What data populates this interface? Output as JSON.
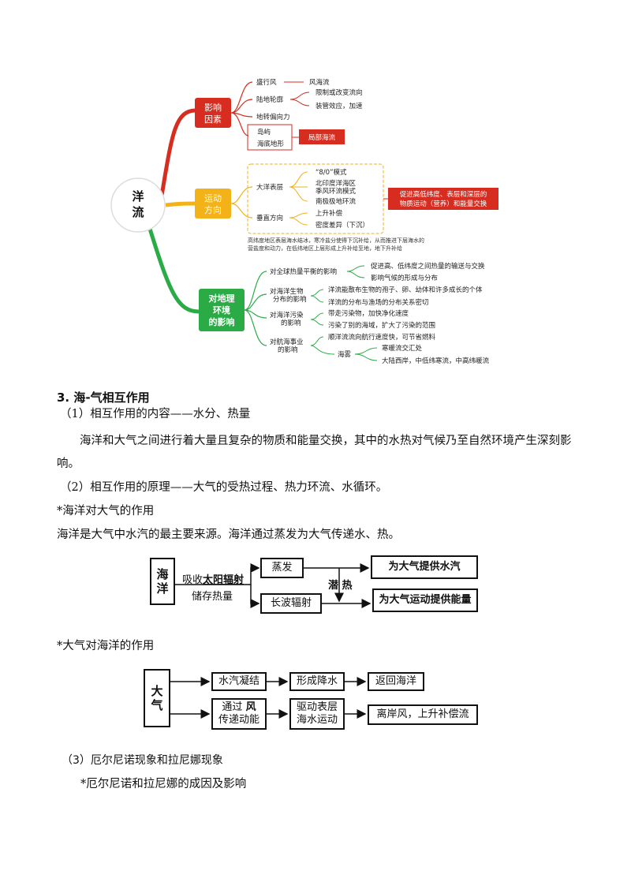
{
  "mindmap": {
    "root": "洋流",
    "branches": {
      "factors": {
        "label": [
          "影响",
          "因素"
        ],
        "items": {
          "prevailing_wind": "盛行风",
          "wind_drift": "风海流",
          "coastline": "陆地轮廓",
          "limit": "限制或改变流向",
          "shipping": "装管效应，加速",
          "coriolis": "地转偏向力",
          "island": "岛屿",
          "seafloor": "海底地形",
          "local_flow": "局部海流"
        }
      },
      "direction": {
        "label": [
          "运动",
          "方向"
        ],
        "items": {
          "surface": "大洋表层",
          "pattern_80": "“8/0”模式",
          "north_indian": [
            "北印度洋海区",
            "季风环流模式"
          ],
          "antarctic": "南极极地环流",
          "vertical": "垂直方向",
          "upwelling": "上升补偿",
          "density": "密度差异（下沉）",
          "summary": [
            "促进高低纬度、表层和深层的",
            "物质运动（营养）和能量交换"
          ],
          "footnote": [
            "高纬度地区表层海水结冰，寒冷盐分使得下沉补给，从而推进下层海水的",
            "营盐度和动力，在低纬地区上层形成上升补给至地，地下升补给"
          ]
        }
      },
      "impact": {
        "label": [
          "对地理",
          "环境",
          "的影响"
        ],
        "items": {
          "balance": "对全球热量平衡的影响",
          "balance_1": "促进高、低纬度之间热量的输送与交换",
          "balance_2": "影响气候的形成与分布",
          "bio": [
            "对海洋生物",
            "分布的影响"
          ],
          "bio_1": "洋流能散布生物的孢子、卵、幼体和许多成长的个体",
          "bio_2": "洋流的分布与渔场的分布关系密切",
          "pollution": [
            "对海洋污染",
            "的影响"
          ],
          "pollution_1": "带走污染物，加快净化速度",
          "pollution_2": "污染了别的海域，扩大了污染的范围",
          "shipping": [
            "对航海事业",
            "的影响"
          ],
          "shipping_1": "顺洋流流向航行速度快，可节省燃料",
          "fog": "海雾",
          "fog_1": "寒暖流交汇处",
          "fog_2": "大陆西岸，中低纬寒流，中高纬暖流"
        }
      }
    }
  },
  "section3": {
    "title": "3.  海-气相互作用",
    "p1_heading": "（1）相互作用的内容——水分、热量",
    "p1_body": "海洋和大气之间进行着大量且复杂的物质和能量交换，其中的水热对气候乃至自然环境产生深刻影响。",
    "p2_heading": "（2）相互作用的原理——大气的受热过程、热力环流、水循环。",
    "ocean_to_air_heading": "*海洋对大气的作用",
    "ocean_to_air_body": "海洋是大气中水汽的最主要来源。海洋通过蒸发为大气传递水、热。",
    "air_to_ocean_heading": "*大气对海洋的作用",
    "p3_heading": "（3）厄尔尼诺现象和拉尼娜现象",
    "p3_sub": "*厄尔尼诺和拉尼娜的成因及影响"
  },
  "diagram1": {
    "source": [
      "海",
      "洋"
    ],
    "absorb_prefix": "吸收",
    "absorb_bold": "太阳辐射",
    "store": "储存热量",
    "evaporation": "蒸发",
    "longwave": "长波辐射",
    "latent_heat": "潜  热",
    "out_top": "为大气提供水汽",
    "out_bottom": "为大气运动提供能量"
  },
  "diagram2": {
    "source": [
      "大",
      "气"
    ],
    "condense": "水汽凝结",
    "precip": "形成降水",
    "return": "返回海洋",
    "wind_prefix": "通过 ",
    "wind_bold": "风",
    "wind_line2": "传递动能",
    "drive": [
      "驱动表层",
      "海水运动"
    ],
    "offshore": "离岸风，上升补偿流"
  }
}
